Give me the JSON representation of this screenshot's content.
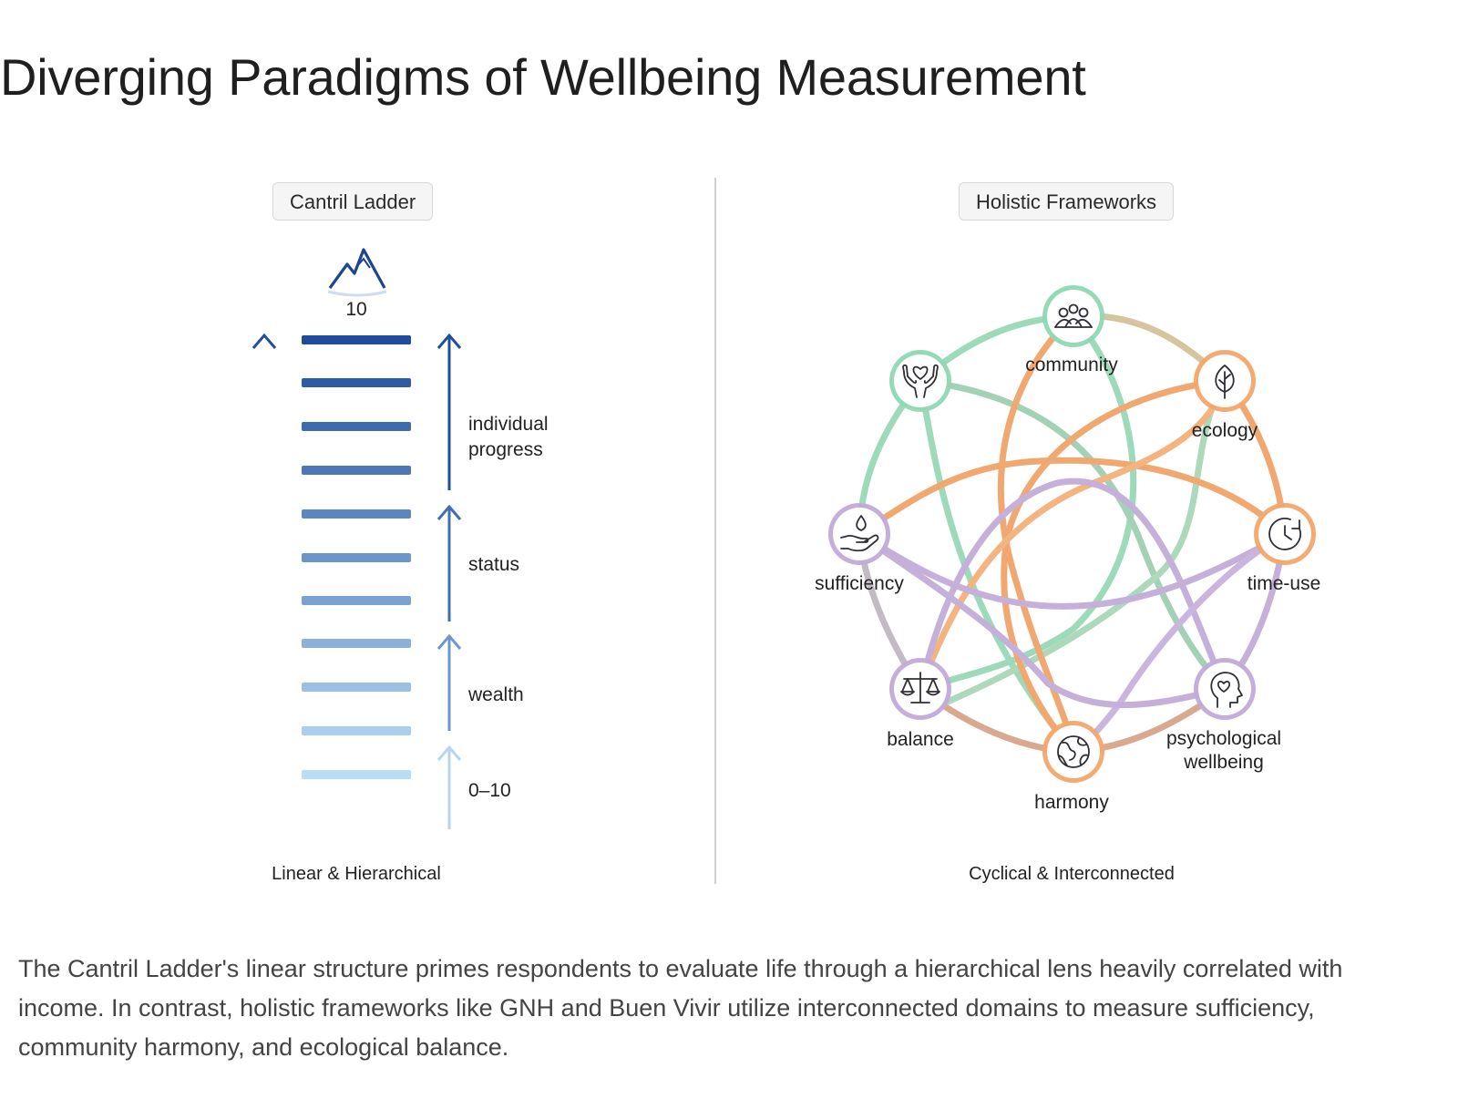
{
  "title": "Diverging Paradigms of Wellbeing Measurement",
  "left_panel": {
    "heading": "Cantril Ladder",
    "top_value": "10",
    "labels": {
      "progress": "individual\nprogress",
      "status": "status",
      "wealth": "wealth",
      "range": "0–10"
    },
    "caption": "Linear & Hierarchical",
    "icon": "mountain-icon",
    "colors": {
      "dark": "#123f8f",
      "light": "#c9e6fb"
    }
  },
  "right_panel": {
    "heading": "Holistic Frameworks",
    "caption": "Cyclical & Interconnected",
    "nodes": [
      {
        "id": "community",
        "label": "community",
        "icon": "people-icon",
        "color": "#8fd8b4"
      },
      {
        "id": "ecology",
        "label": "ecology",
        "icon": "leaf-icon",
        "color": "#f2a66a"
      },
      {
        "id": "time-use",
        "label": "time-use",
        "icon": "clock-icon",
        "color": "#f2a66a"
      },
      {
        "id": "psychological-wellbeing",
        "label": "psychological\nwellbeing",
        "icon": "head-heart-icon",
        "color": "#c2abd8"
      },
      {
        "id": "harmony",
        "label": "harmony",
        "icon": "globe-icon",
        "color": "#f2a66a"
      },
      {
        "id": "balance",
        "label": "balance",
        "icon": "scales-icon",
        "color": "#c2abd8"
      },
      {
        "id": "sufficiency",
        "label": "sufficiency",
        "icon": "hand-drop-icon",
        "color": "#c2abd8"
      },
      {
        "id": "care",
        "label": "",
        "icon": "hands-heart-icon",
        "color": "#8fd8b4"
      }
    ],
    "link_colors": {
      "green": "#97d9b7",
      "orange": "#f1a469",
      "purple": "#c2acd9",
      "tan": "#d9b898"
    }
  },
  "summary": "The Cantril Ladder's linear structure primes respondents to evaluate life through a hierarchical lens heavily correlated with income. In contrast, holistic frameworks like GNH and Buen Vivir utilize interconnected domains to measure sufficiency, community harmony, and ecological balance."
}
